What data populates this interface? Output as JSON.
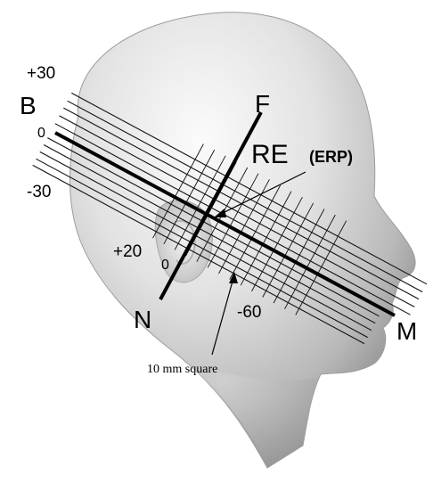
{
  "labels": {
    "b": "B",
    "b_zero": "0",
    "plus_30": "+30",
    "minus_30": "-30",
    "f": "F",
    "re": "RE",
    "erp": "(ERP)",
    "plus_20": "+20",
    "zero": "0",
    "n": "N",
    "minus_60": "-60",
    "m": "M",
    "square_note": "10 mm square"
  },
  "colors": {
    "head_light": "#fafafa",
    "head_mid": "#d6d6d6",
    "head_dark": "#8e8e8e",
    "lines": "#111111"
  }
}
